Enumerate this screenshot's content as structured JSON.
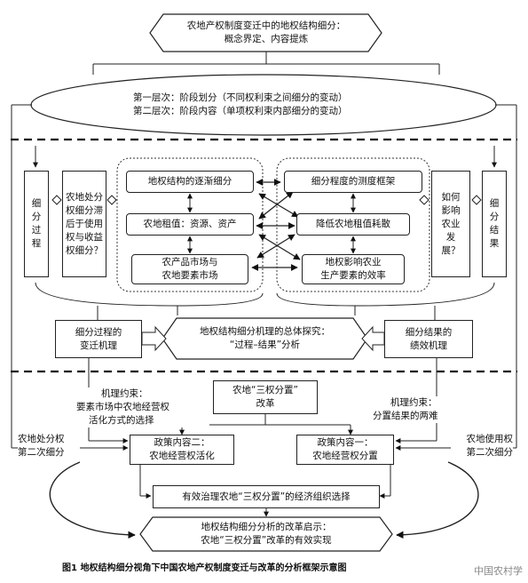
{
  "title": {
    "line1": "农地产权制度变迁中的地权结构细分：",
    "line2": "概念界定、内容提炼"
  },
  "levels": {
    "line1": "第一层次：阶段划分（不同权利束之间细分的变动）",
    "line2": "第二层次：阶段内容（单项权利束内部细分的变动）"
  },
  "left_side": {
    "label": "细分过程"
  },
  "right_side": {
    "label": "细分结果"
  },
  "left_question": {
    "text": "农地处分权细分滞后于使用权与收益权细分？"
  },
  "right_question": {
    "text": "如何影响农业发展？"
  },
  "left_cluster": {
    "item1": "地权结构的逐渐细分",
    "item2": "农地租值：资源、资产",
    "item3_line1": "农产品市场与",
    "item3_line2": "农地要素市场"
  },
  "right_cluster": {
    "item1": "细分程度的测度框架",
    "item2": "降低农地租值耗散",
    "item3_line1": "地权影响农业",
    "item3_line2": "生产要素的效率"
  },
  "mechanism_left": {
    "line1": "细分过程的",
    "line2": "变迁机理"
  },
  "mechanism_center": {
    "line1": "地权结构细分机理的总体探究：",
    "line2": "“过程–结果”分析"
  },
  "mechanism_right": {
    "line1": "细分结果的",
    "line2": "绩效机理"
  },
  "reform": {
    "line1": "农地“三权分置”",
    "line2": "改革"
  },
  "constraint_left": {
    "line1": "机理约束：",
    "line2": "要素市场中农地经营权",
    "line3": "活化方式的选择"
  },
  "constraint_right": {
    "line1": "机理约束：",
    "line2": "分置结果的两难"
  },
  "side_left": {
    "line1": "农地处分权",
    "line2": "第二次细分"
  },
  "side_right": {
    "line1": "农地使用权",
    "line2": "第二次细分"
  },
  "policy2": {
    "line1": "政策内容二：",
    "line2": "农地经营权活化"
  },
  "policy1": {
    "line1": "政策内容一：",
    "line2": "农地经营权分置"
  },
  "governance": {
    "text": "有效治理农地“三权分置”的经济组织选择"
  },
  "insight": {
    "line1": "地权结构细分分析的改革启示：",
    "line2": "农地“三权分置”改革的有效实现"
  },
  "caption": {
    "text": "图1  地权结构细分视角下中国农地产权制度变迁与改革的分析框架示意图"
  },
  "watermark": {
    "text": "中国农村学"
  }
}
